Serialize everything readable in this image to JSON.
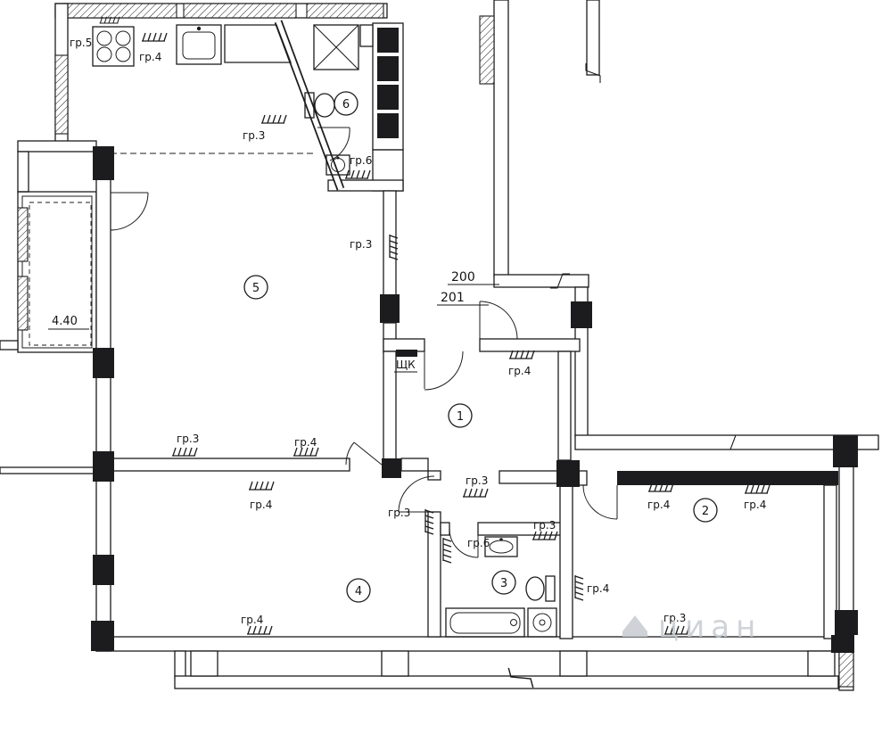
{
  "drawing": {
    "rooms": [
      {
        "id": "room-1",
        "number": "1"
      },
      {
        "id": "room-2",
        "number": "2"
      },
      {
        "id": "room-3",
        "number": "3"
      },
      {
        "id": "room-4",
        "number": "4"
      },
      {
        "id": "room-5",
        "number": "5"
      },
      {
        "id": "room-6",
        "number": "6"
      }
    ],
    "group_labels": [
      "гр.5",
      "гр.4",
      "гр.3",
      "гр.6",
      "гр.3",
      "гр.4",
      "гр.3",
      "гр.4",
      "гр.4",
      "гр.3",
      "гр.3",
      "гр.6",
      "гр.3",
      "гр.4",
      "гр.4",
      "гр.4",
      "гр.3",
      "гр.4"
    ],
    "apartment_numbers": [
      "200",
      "201"
    ],
    "dimensions": {
      "balcony": "4.40"
    },
    "electrical_panel_label": "ЩК",
    "watermark": "циан",
    "fixture_icons": [
      "stove-symbol",
      "kitchen-sink-symbol",
      "worktop-symbol",
      "shower-tray-symbol",
      "toilet-symbol",
      "washbasin-symbol",
      "bathtub-symbol",
      "washing-machine-symbol"
    ]
  }
}
